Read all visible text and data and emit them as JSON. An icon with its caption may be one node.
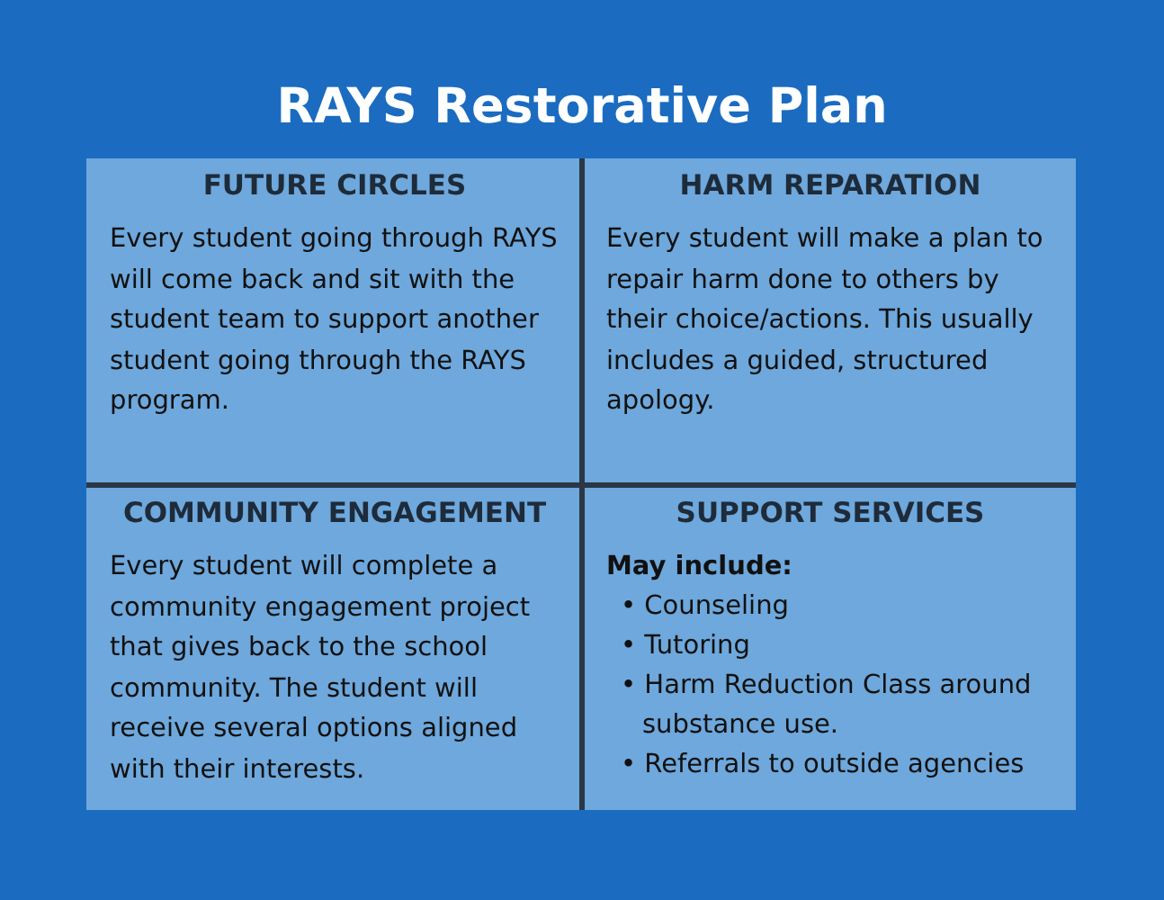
{
  "diagram": {
    "title": "RAYS Restorative Plan",
    "nodes": [
      {
        "text": [
          "FUTURE CIRCLES",
          "Every student going through RAYS will come back and sit with the student team to support another student going through the RAYS program."
        ]
      },
      {
        "text": [
          "HARM REPARATION",
          "Every student will make a plan to repair harm done to others by their choice/actions. This usually includes a guided, structured apology."
        ]
      },
      {
        "text": [
          "COMMUNITY ENGAGEMENT",
          "Every student will complete a community engagement project that gives back to the school community. The student will receive several options aligned with their interests."
        ]
      },
      {
        "text": [
          "SUPPORT SERVICES",
          "May include:",
          "• Counseling",
          "• Tutoring",
          "• Harm Reduction Class around substance use.",
          "• Referrals to outside agencies"
        ]
      }
    ],
    "edges": []
  }
}
